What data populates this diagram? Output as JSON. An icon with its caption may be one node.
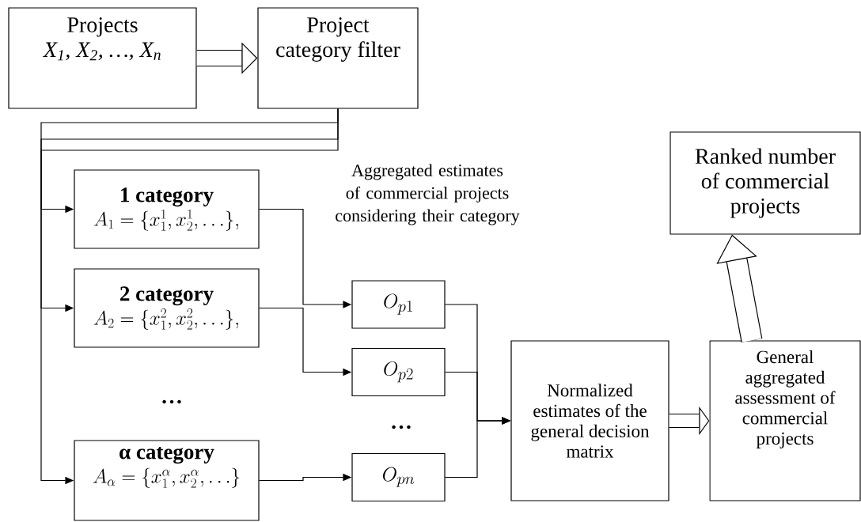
{
  "diagram": {
    "nodes": [
      {
        "text": [
          "Projects",
          "X$_{1}$, X$_{2}$, …, X$_{n}$"
        ]
      },
      {
        "text": [
          "Project category filter"
        ]
      },
      {
        "text": [
          "1 category",
          "A_{1}=\\{x^{1}_{1},x^{1}_{2},\\ldots\\},"
        ]
      },
      {
        "text": [
          "2 category",
          "A_{2}=\\{x^{2}_{1},x^{2}_{2},\\ldots\\},"
        ]
      },
      {
        "text": [
          "α category",
          "A_{\\alpha}=\\{x^{\\alpha}_{1},x^{\\alpha}_{2},\\ldots\\}"
        ]
      },
      {
        "text": [
          "O_{p1}"
        ]
      },
      {
        "text": [
          "O_{p2}"
        ]
      },
      {
        "text": [
          "O_{pn}"
        ]
      },
      {
        "text": [
          "Normalized estimates of the general decision matrix"
        ]
      },
      {
        "text": [
          "General aggregated assessment of commercial projects"
        ]
      },
      {
        "text": [
          "Ranked number of commercial projects"
        ]
      }
    ],
    "edges": [
      {
        "from": 0,
        "to": 1,
        "arrow": "to",
        "style": "thick"
      },
      {
        "from": 1,
        "to": 2,
        "arrow": "to"
      },
      {
        "from": 1,
        "to": 3,
        "arrow": "to"
      },
      {
        "from": 1,
        "to": 4,
        "arrow": "to"
      },
      {
        "from": 2,
        "to": 5,
        "arrow": "to"
      },
      {
        "from": 3,
        "to": 6,
        "arrow": "to"
      },
      {
        "from": 4,
        "to": 7,
        "arrow": "to"
      },
      {
        "from": 5,
        "to": 8,
        "arrow": "to"
      },
      {
        "from": 6,
        "to": 8,
        "arrow": "to"
      },
      {
        "from": 7,
        "to": 8,
        "arrow": "to"
      },
      {
        "from": 8,
        "to": 9,
        "arrow": "to",
        "style": "thick"
      },
      {
        "from": 9,
        "to": 10,
        "arrow": "to",
        "style": "thick"
      }
    ],
    "labels": [
      "Aggregated estimates of commercial projects considering their category",
      "…",
      "…"
    ]
  }
}
